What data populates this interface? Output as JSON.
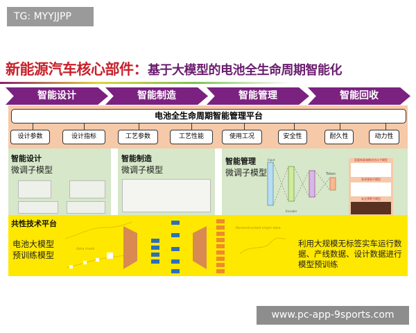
{
  "watermark_top": "TG: MYYJJPP",
  "watermark_bottom": "www.pc-app-9sports.com",
  "title": {
    "part1": "新能源汽车核心部件：",
    "part2": "基于大模型的电池全生命周期智能化"
  },
  "stages": [
    "智能设计",
    "智能制造",
    "智能管理",
    "智能回收"
  ],
  "platform": "电池全生命周期智能管理平台",
  "params": [
    "设计参数",
    "设计指标",
    "工艺参数",
    "工艺性能",
    "使用工况",
    "安全性",
    "耐久性",
    "动力性"
  ],
  "submodels": [
    {
      "title": "智能设计",
      "subtitle": "微调子模型"
    },
    {
      "title": "智能制造",
      "subtitle": "微调子模型"
    },
    {
      "title": "智能管理",
      "subtitle": "微调子模型"
    }
  ],
  "mgmt_labels": {
    "input": "Input",
    "token": "Token",
    "encoder": "Encoder",
    "m1": "容量和衰减模式估计子模型",
    "m2": "寿命预测子模型",
    "m3": "安全预警子模型"
  },
  "common": {
    "title": "共性技术平台",
    "model": "电池大模型\n预训练模型",
    "mask": "data mask",
    "recon": "Reconstructed origin data",
    "desc": "利用大规模无标签实车运行数据、产线数据、设计数据进行模型预训练"
  },
  "colors": {
    "purple": "#7b2180",
    "red": "#c8202a",
    "salmon": "#f6c9a9",
    "green": "#d7e7c9",
    "yellow": "#ffe800"
  }
}
